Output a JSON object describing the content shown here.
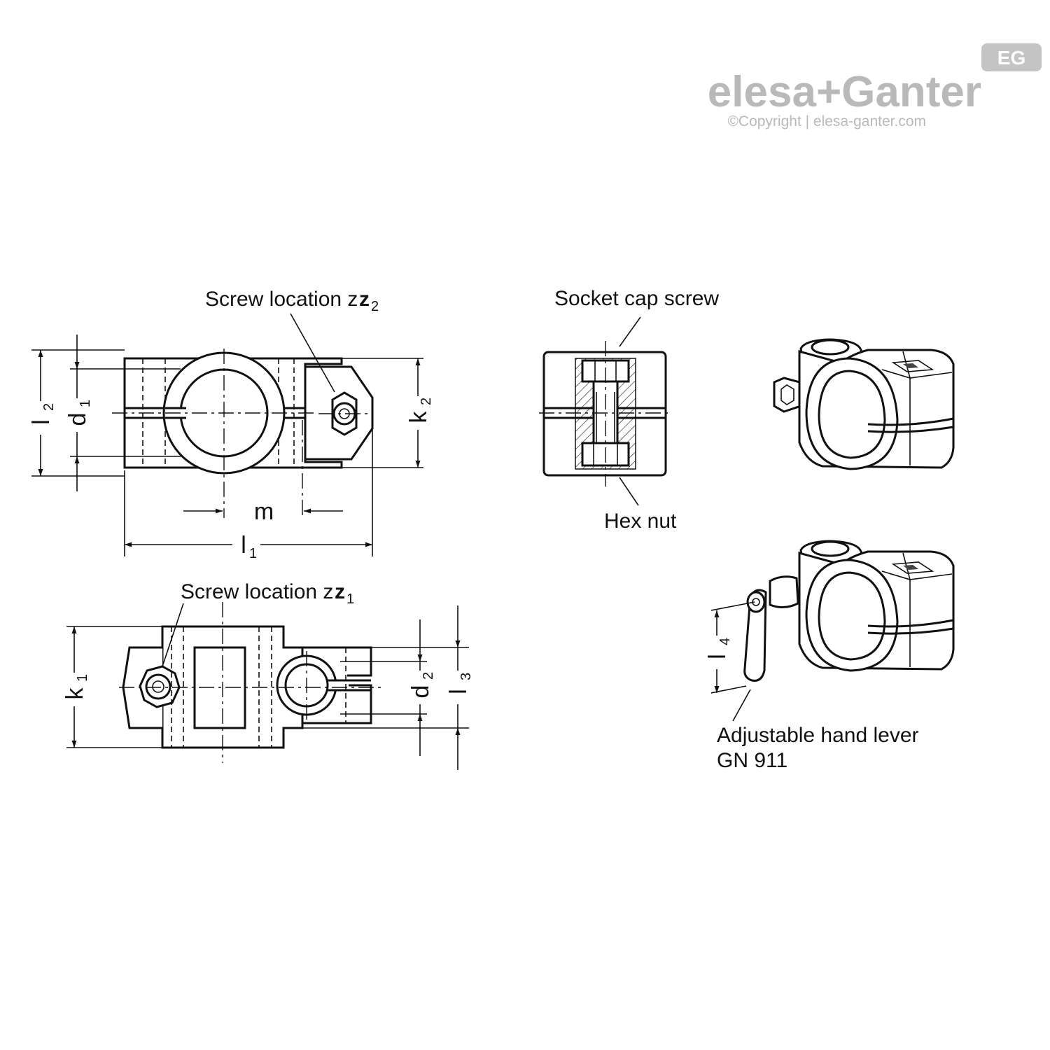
{
  "logo": {
    "badge": "EG",
    "brand": "elesa+Ganter",
    "copyright": "©Copyright | elesa-ganter.com"
  },
  "labels": {
    "screw_location_z2": "Screw location z",
    "screw_location_z2_sub": "2",
    "screw_location_z1": "Screw location z",
    "screw_location_z1_sub": "1",
    "socket_cap_screw": "Socket cap screw",
    "hex_nut": "Hex nut",
    "hand_lever_line1": "Adjustable hand lever",
    "hand_lever_line2": "GN 911"
  },
  "dimensions": {
    "l2": "l",
    "l2_sub": "2",
    "d1": "d",
    "d1_sub": "1",
    "k2": "k",
    "k2_sub": "2",
    "m": "m",
    "l1": "l",
    "l1_sub": "1",
    "k1": "k",
    "k1_sub": "1",
    "d2": "d",
    "d2_sub": "2",
    "l3": "l",
    "l3_sub": "3",
    "l4": "l",
    "l4_sub": "4"
  }
}
